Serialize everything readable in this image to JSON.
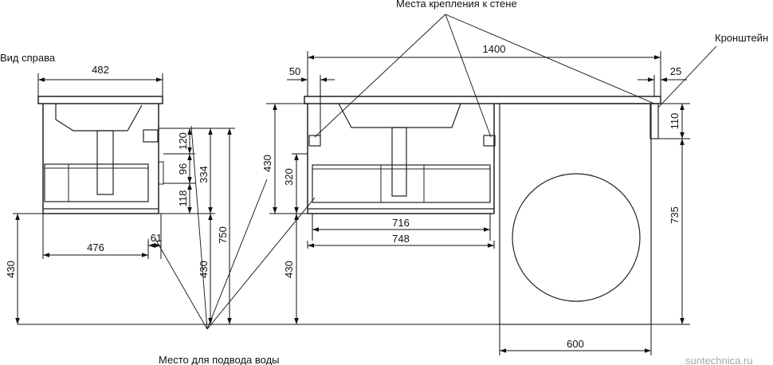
{
  "labels": {
    "side_view": "Вид справа",
    "wall_mounts": "Места крепления к стене",
    "bracket": "Кронштейн",
    "water_inlet": "Место для подвода воды",
    "watermark": "suntechnica.ru"
  },
  "dimensions": {
    "side_top_width": "482",
    "side_bottom_width": "476",
    "side_inlet_offset": "61",
    "side_floor_height": "430",
    "side_h120": "120",
    "side_h96": "96",
    "side_h118": "118",
    "side_h334": "334",
    "side_h430": "430",
    "side_h750": "750",
    "front_total_width": "1400",
    "front_mount_offset": "50",
    "front_bracket_offset": "25",
    "front_height": "430",
    "front_h320": "320",
    "front_floor_height": "430",
    "front_w716": "716",
    "front_w748": "748",
    "bracket_height": "110",
    "washer_height": "735",
    "washer_width": "600"
  }
}
